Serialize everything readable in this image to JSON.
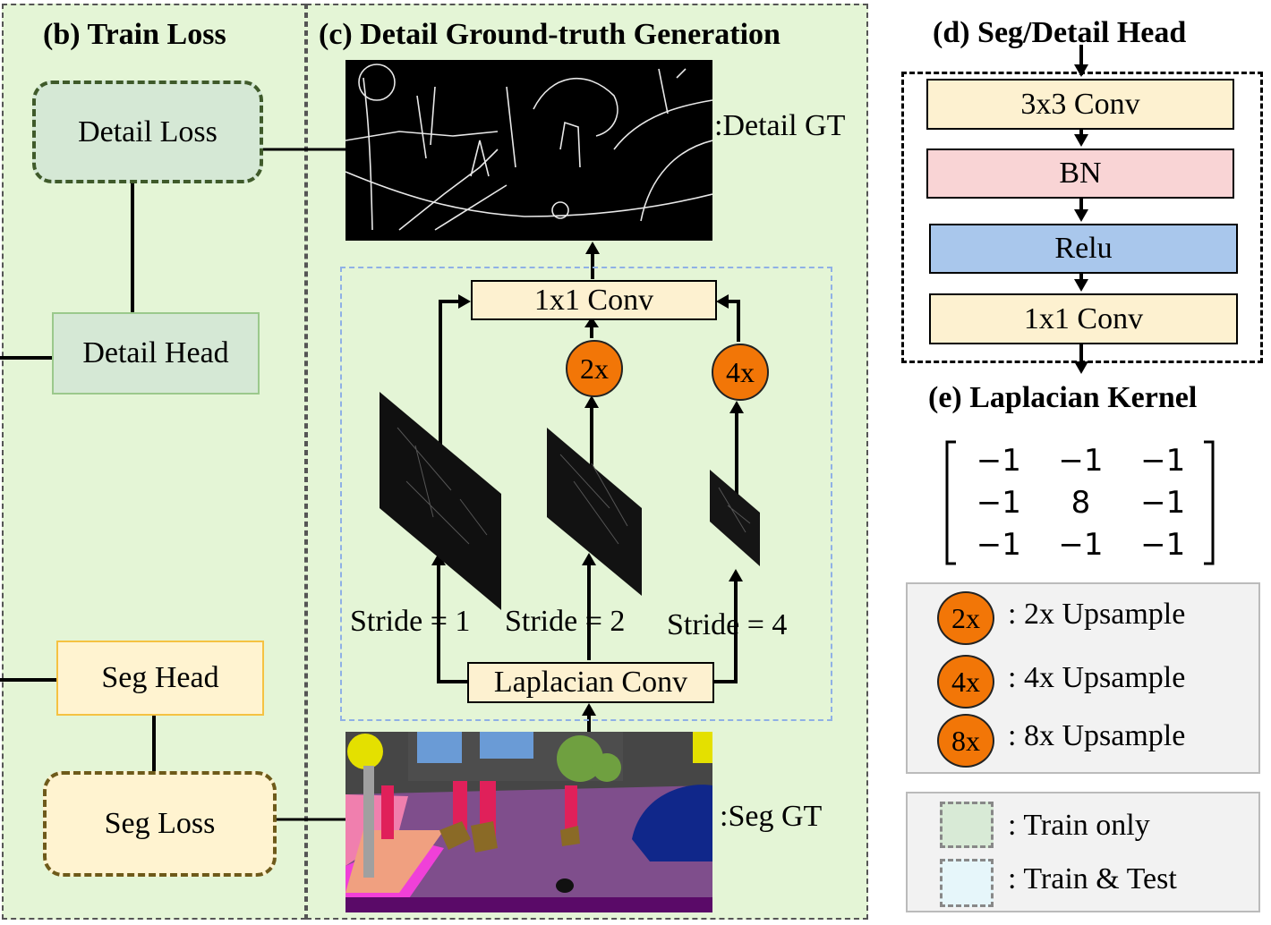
{
  "panel_b": {
    "title": "(b) Train Loss",
    "detail_loss": "Detail Loss",
    "detail_head": "Detail Head",
    "seg_head": "Seg Head",
    "seg_loss": "Seg Loss"
  },
  "panel_c": {
    "title": "(c) Detail Ground-truth Generation",
    "detail_gt_label": ":Detail GT",
    "seg_gt_label": ":Seg GT",
    "conv_1x1": "1x1 Conv",
    "laplacian_conv": "Laplacian Conv",
    "up_2x": "2x",
    "up_4x": "4x",
    "stride_1": "Stride = 1",
    "stride_2": "Stride = 2",
    "stride_4": "Stride = 4"
  },
  "panel_d": {
    "title": "(d) Seg/Detail Head",
    "layers": [
      "3x3 Conv",
      "BN",
      "Relu",
      "1x1 Conv"
    ]
  },
  "panel_e": {
    "title": "(e) Laplacian Kernel",
    "kernel": [
      [
        "−1",
        "−1",
        "−1"
      ],
      [
        "−1",
        "8",
        "−1"
      ],
      [
        "−1",
        "−1",
        "−1"
      ]
    ]
  },
  "legend_upsample": [
    {
      "badge": "2x",
      "text": ": 2x Upsample"
    },
    {
      "badge": "4x",
      "text": ": 4x Upsample"
    },
    {
      "badge": "8x",
      "text": ": 8x Upsample"
    }
  ],
  "legend_mode": [
    {
      "text": ": Train only",
      "color": "#d8ead6"
    },
    {
      "text": ": Train & Test",
      "color": "#e6f6fa"
    }
  ],
  "colors": {
    "panel_bg": "#e4f5d6",
    "upsample_orange": "#f27607",
    "conv_fill": "#fdf1d0",
    "bn_fill": "#f9d4d5",
    "relu_fill": "#a9c7ec",
    "detail_box_fill": "#d5e8d5",
    "seg_box_fill": "#fff3d0"
  }
}
